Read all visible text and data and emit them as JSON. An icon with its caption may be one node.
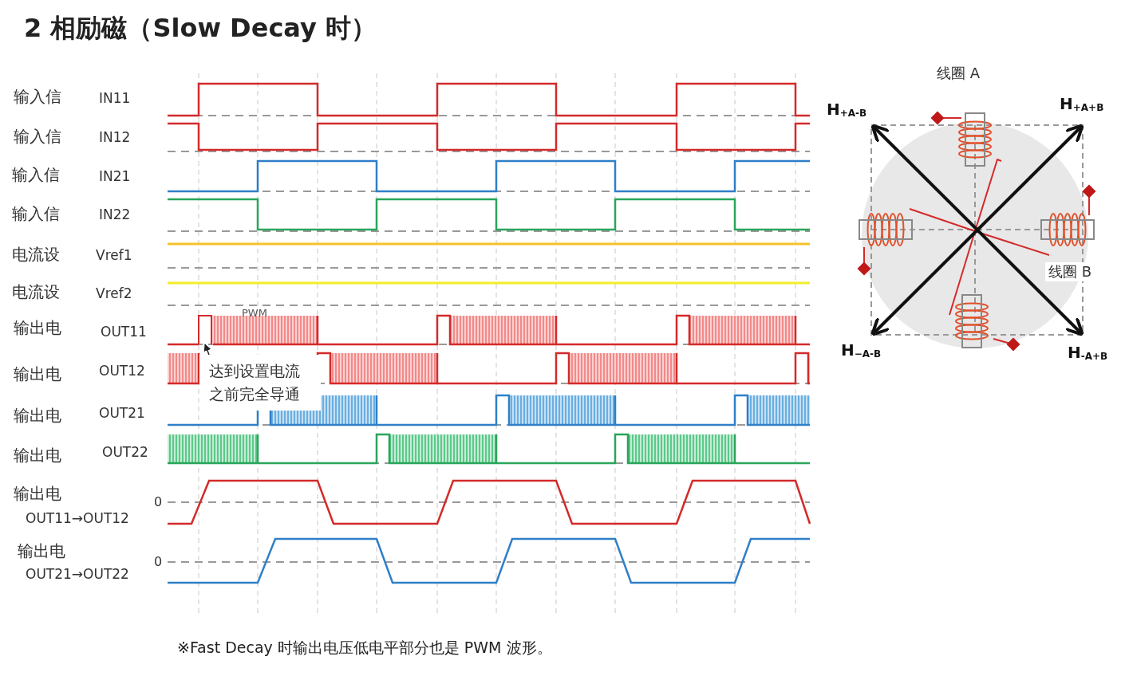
{
  "diagram": {
    "title": "2 相励磁（Slow Decay 时）",
    "caption": "※Fast Decay 时输出电压低电平部分也是 PWM 波形。",
    "nodes": [
      {
        "text": [
          "达到设置电流之前完全导通"
        ]
      },
      {
        "text": [],
        "shape": "bar"
      }
    ],
    "edges": [
      {
        "from": 0,
        "to": 1,
        "arrow": "to"
      }
    ],
    "labels": [
      "输入信",
      "IN11",
      "输入信",
      "IN12",
      "输入信",
      "IN21",
      "输入信",
      "IN22",
      "电流设",
      "Vref1",
      "电流设",
      "Vref2",
      "输出电",
      "OUT11",
      "PWM",
      "输出电",
      "OUT12",
      "输出电",
      "OUT21",
      "输出电",
      "OUT22",
      "输出电",
      "OUT11→OUT12",
      "0",
      "输出电",
      "OUT21→OUT22",
      "0",
      "线圈 A",
      "H$_{+A-B}$",
      "H$_{+A+B}$",
      "线圈 B",
      "H$_{−A-B}$",
      "H$_{-A+B}$"
    ]
  }
}
